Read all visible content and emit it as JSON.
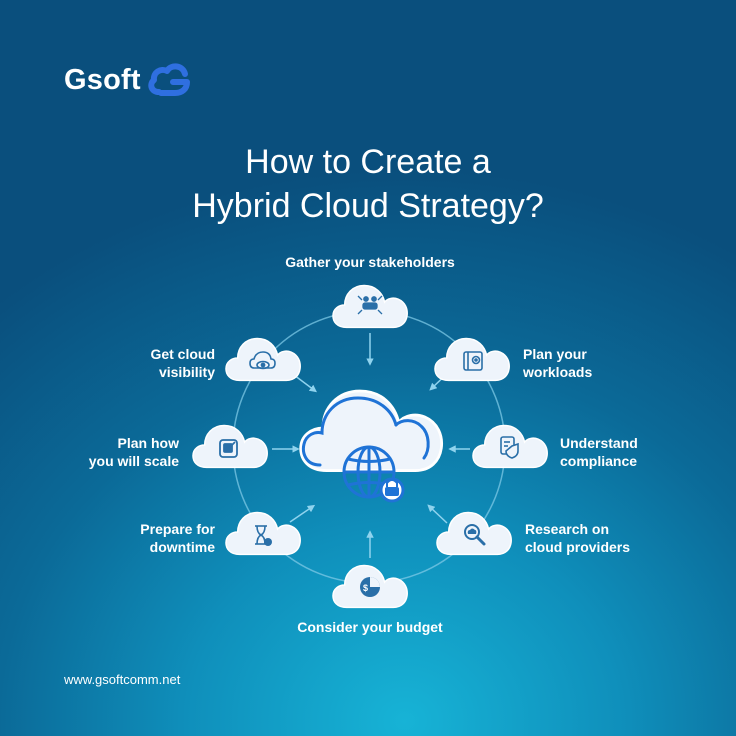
{
  "brand": {
    "name": "Gsoft",
    "icon": "cloud-g-logo"
  },
  "title": {
    "line1": "How to Create a",
    "line2": "Hybrid Cloud Strategy?"
  },
  "steps": [
    {
      "id": "stakeholders",
      "label_lines": [
        "Gather your stakeholders"
      ],
      "icon": "people-network-icon"
    },
    {
      "id": "workloads",
      "label_lines": [
        "Plan your",
        "workloads"
      ],
      "icon": "blueprint-gear-icon"
    },
    {
      "id": "compliance",
      "label_lines": [
        "Understand",
        "compliance"
      ],
      "icon": "document-shield-icon"
    },
    {
      "id": "providers",
      "label_lines": [
        "Research on",
        "cloud providers"
      ],
      "icon": "magnifier-cloud-icon"
    },
    {
      "id": "budget",
      "label_lines": [
        "Consider your budget"
      ],
      "icon": "pie-chart-dollar-icon"
    },
    {
      "id": "downtime",
      "label_lines": [
        "Prepare for",
        "downtime"
      ],
      "icon": "hourglass-alert-icon"
    },
    {
      "id": "scale",
      "label_lines": [
        "Plan how",
        "you will scale"
      ],
      "icon": "resize-arrows-icon"
    },
    {
      "id": "visibility",
      "label_lines": [
        "Get cloud",
        "visibility"
      ],
      "icon": "cloud-eye-icon"
    }
  ],
  "center": {
    "icon": "globe-lock-cloud-icon"
  },
  "footer": {
    "url": "www.gsoftcomm.net"
  },
  "colors": {
    "accent": "#2f6fe0",
    "icon_blue": "#1f73d6",
    "cloud_fill": "#eef4fb",
    "background_dark": "#0a4f7d",
    "background_light": "#17b3d6"
  }
}
